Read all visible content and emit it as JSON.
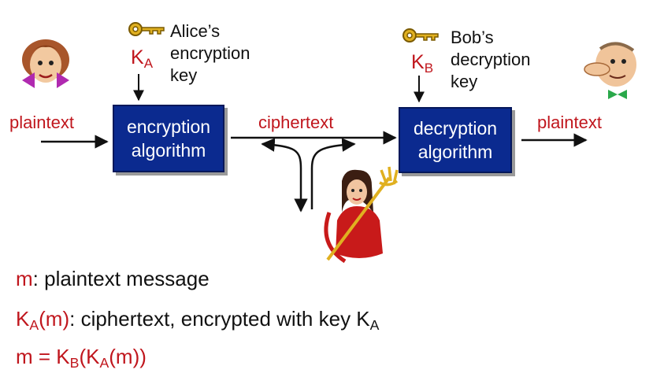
{
  "diagram": {
    "left_plaintext": "plaintext",
    "right_plaintext": "plaintext",
    "ciphertext": "ciphertext",
    "encryption_box": {
      "line1": "encryption",
      "line2": "algorithm"
    },
    "decryption_box": {
      "line1": "decryption",
      "line2": "algorithm"
    },
    "alice_key": {
      "symbol": "K",
      "sub": "A",
      "line1": "Alice’s",
      "line2": "encryption",
      "line3": "key"
    },
    "bob_key": {
      "symbol": "K",
      "sub": "B",
      "line1": "Bob’s",
      "line2": "decryption",
      "line3": "key"
    }
  },
  "legend": {
    "line1": {
      "var": "m",
      "text": ": plaintext message"
    },
    "line2": {
      "k": "K",
      "k_sub": "A",
      "k_arg": "(m)",
      "text": ": ciphertext, encrypted with key K",
      "text_sub": "A"
    },
    "line3": {
      "m": "m",
      "eq": " = K",
      "b_sub": "B",
      "open": "(K",
      "a_sub": "A",
      "close": "(m))"
    }
  },
  "colors": {
    "red": "#c0161d",
    "box_blue": "#0b2a8f",
    "key_gold": "#e0b020"
  },
  "icons": [
    "alice-cartoon",
    "bob-cartoon",
    "trudy-devil-cartoon",
    "alice-key-icon",
    "bob-key-icon"
  ]
}
